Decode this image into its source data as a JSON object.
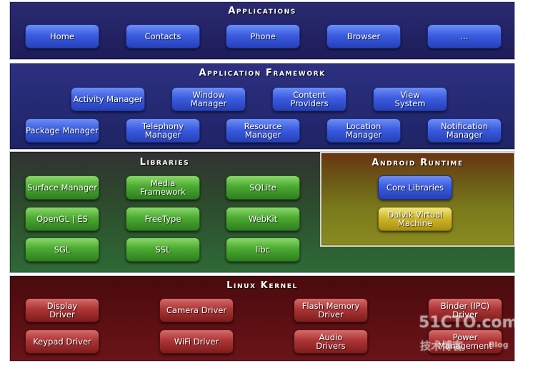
{
  "colors": {
    "applications_bg": "#24246a",
    "framework_bg": "#262a78",
    "libraries_bg": "#2f5a2f",
    "runtime_bg": "#6a6a18",
    "kernel_bg": "#5a0f12",
    "blue_button": "#3c5de0",
    "green_button": "#4caa32",
    "yellow_button": "#d0b82c",
    "red_button": "#ad3535"
  },
  "applications": {
    "title": "Applications",
    "items": [
      "Home",
      "Contacts",
      "Phone",
      "Browser",
      "..."
    ]
  },
  "framework": {
    "title": "Application Framework",
    "row1": [
      "Activity Manager",
      "Window\nManager",
      "Content\nProviders",
      "View\nSystem"
    ],
    "row2": [
      "Package Manager",
      "Telephony\nManager",
      "Resource\nManager",
      "Location\nManager",
      "Notification\nManager"
    ]
  },
  "libraries": {
    "title": "Libraries",
    "items": [
      "Surface Manager",
      "Media\nFramework",
      "SQLite",
      "OpenGL | ES",
      "FreeType",
      "WebKit",
      "SGL",
      "SSL",
      "libc"
    ]
  },
  "runtime": {
    "title": "Android Runtime",
    "core": "Core Libraries",
    "vm": "Dalvik Virtual\nMachine"
  },
  "kernel": {
    "title": "Linux Kernel",
    "items": [
      "Display\nDriver",
      "Camera Driver",
      "Flash Memory\nDriver",
      "Binder (IPC)\nDriver",
      "Keypad Driver",
      "WiFi Driver",
      "Audio\nDrivers",
      "Power\nManagement"
    ]
  },
  "watermark": {
    "site": "51CTO.com",
    "tagline": "技术博客",
    "suffix": "Blog"
  }
}
